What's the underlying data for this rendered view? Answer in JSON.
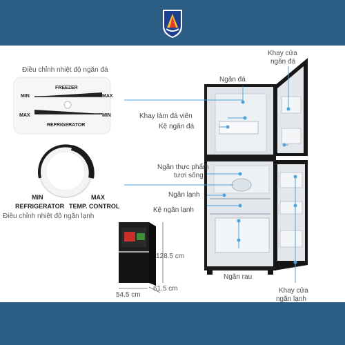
{
  "colors": {
    "background": "#2c5e86",
    "panel": "#ffffff",
    "callout_line": "#4aa3df",
    "fridge_body": "#1b1b1b"
  },
  "left": {
    "freezer_caption": "Điều chỉnh nhiệt độ ngăn đá",
    "fridge_caption": "Điều chỉnh nhiệt độ ngăn lạnh",
    "slider": {
      "freezer": "FREEZER",
      "refrigerator": "REFRIGERATOR",
      "min": "MIN",
      "max": "MAX"
    },
    "dial": {
      "min": "MIN",
      "max": "MAX",
      "refrigerator": "REFRIGERATOR",
      "temp_control": "TEMP. CONTROL"
    }
  },
  "dimensions": {
    "height": "128.5 cm",
    "width": "54.5 cm",
    "depth": "61.5 cm"
  },
  "callouts": {
    "ngan_da": "Ngăn đá",
    "khay_cua_ngan_da_1": "Khay cửa",
    "khay_cua_ngan_da_2": "ngăn đá",
    "khay_lam_da_vien": "Khay làm đá viên",
    "ke_ngan_da": "Kệ ngăn đá",
    "ngan_thuc_pham_1": "Ngăn thực phẩm",
    "ngan_thuc_pham_2": "tươi sống",
    "ngan_lanh": "Ngăn lạnh",
    "ke_ngan_lanh": "Kệ ngăn lạnh",
    "ngan_rau": "Ngăn rau",
    "khay_cua_ngan_lanh_1": "Khay cửa",
    "khay_cua_ngan_lanh_2": "ngăn lạnh"
  }
}
